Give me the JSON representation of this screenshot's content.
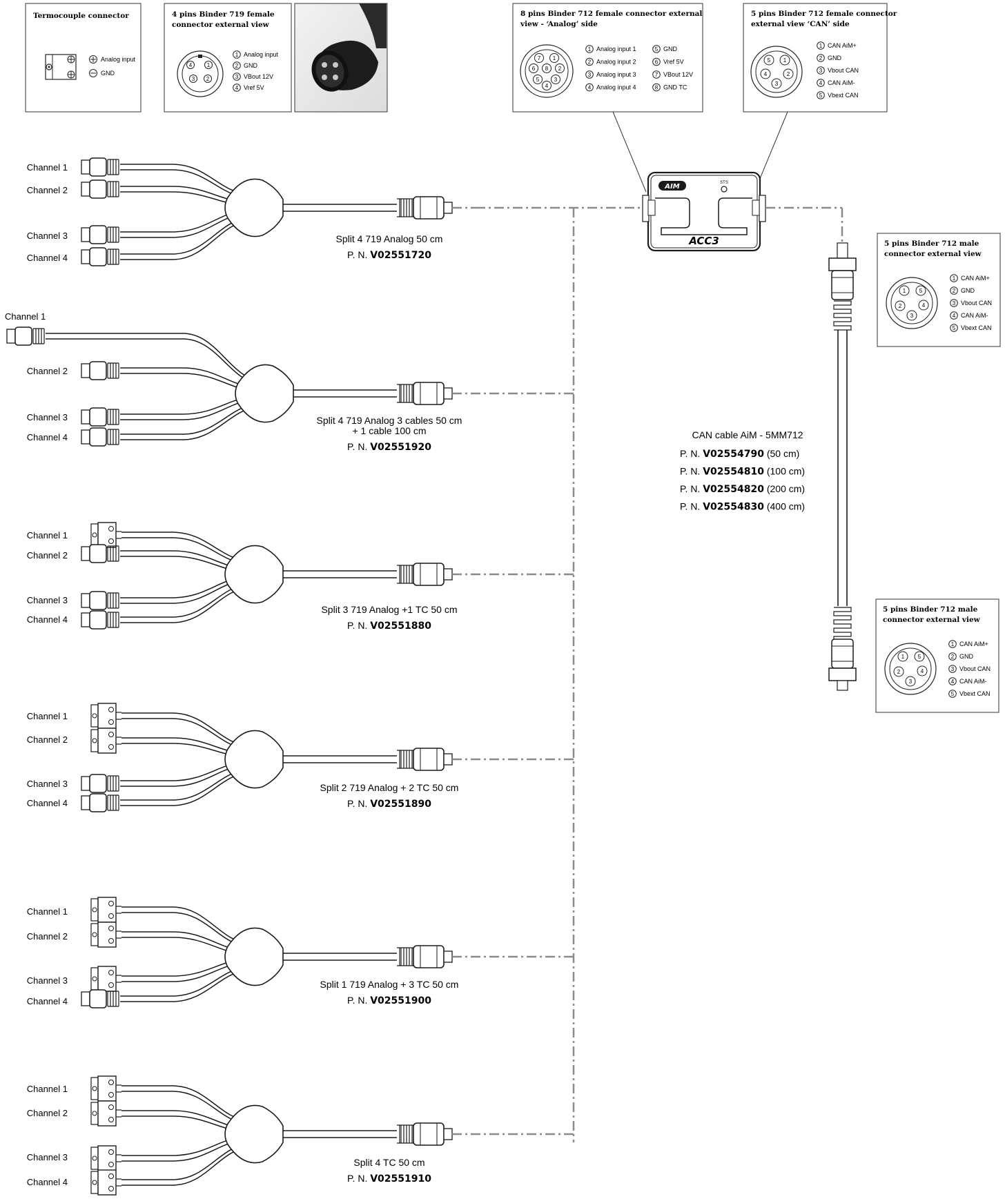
{
  "thermocouple_box": {
    "title": "Termocouple connector",
    "plus_label": "Analog input",
    "minus_label": "GND"
  },
  "binder719_box": {
    "title_line1": "4 pins Binder 719 female",
    "title_line2": "connector external view",
    "pins": [
      {
        "num": "1",
        "label": "Analog input"
      },
      {
        "num": "2",
        "label": "GND"
      },
      {
        "num": "3",
        "label": "VBout 12V"
      },
      {
        "num": "4",
        "label": "Vref 5V"
      }
    ]
  },
  "binder712_8_box": {
    "title_line1": "8 pins Binder 712 female connector external",
    "title_line2": "view - ‘Analog’ side",
    "pins": [
      {
        "num": "1",
        "label": "Analog input 1"
      },
      {
        "num": "2",
        "label": "Analog input 2"
      },
      {
        "num": "3",
        "label": "Analog input 3"
      },
      {
        "num": "4",
        "label": "Analog input 4"
      },
      {
        "num": "5",
        "label": "GND"
      },
      {
        "num": "6",
        "label": "Vref 5V"
      },
      {
        "num": "7",
        "label": "VBout 12V"
      },
      {
        "num": "8",
        "label": "GND TC"
      }
    ]
  },
  "binder712_5f_box": {
    "title_line1": "5 pins Binder 712 female connector",
    "title_line2": "external view ‘CAN’ side",
    "pins": [
      {
        "num": "1",
        "label": "CAN AiM+"
      },
      {
        "num": "2",
        "label": "GND"
      },
      {
        "num": "3",
        "label": "Vbout CAN"
      },
      {
        "num": "4",
        "label": "CAN AiM-"
      },
      {
        "num": "5",
        "label": "Vbext CAN"
      }
    ]
  },
  "binder712_5m_box": {
    "title_line1": "5 pins Binder 712 male",
    "title_line2": "connector external view",
    "pins": [
      {
        "num": "1",
        "label": "CAN AiM+"
      },
      {
        "num": "2",
        "label": "GND"
      },
      {
        "num": "3",
        "label": "Vbout CAN"
      },
      {
        "num": "4",
        "label": "CAN AiM-"
      },
      {
        "num": "5",
        "label": "Vbext CAN"
      }
    ]
  },
  "acc3": {
    "brand": "AIM",
    "led_label": "STS",
    "label": "ACC3"
  },
  "can_cable": {
    "title": "CAN cable AiM - 5MM712",
    "pn_prefix": "P. N.",
    "variants": [
      {
        "pn": "V02554790",
        "length": "(50 cm)"
      },
      {
        "pn": "V02554810",
        "length": "(100 cm)"
      },
      {
        "pn": "V02554820",
        "length": "(200 cm)"
      },
      {
        "pn": "V02554830",
        "length": "(400 cm)"
      }
    ]
  },
  "pn_prefix": "P. N.",
  "cables": [
    {
      "caption_lines": [
        "Split 4 719 Analog 50 cm"
      ],
      "pn": "V02551720",
      "channels": [
        "Channel 1",
        "Channel 2",
        "Channel 3",
        "Channel 4"
      ],
      "connector_types": [
        "binder",
        "binder",
        "binder",
        "binder"
      ]
    },
    {
      "caption_lines": [
        "Split 4 719 Analog 3 cables 50 cm",
        "+ 1 cable 100 cm"
      ],
      "pn": "V02551920",
      "channels": [
        "Channel 1",
        "Channel 2",
        "Channel 3",
        "Channel 4"
      ],
      "connector_types": [
        "binder",
        "binder",
        "binder",
        "binder"
      ]
    },
    {
      "caption_lines": [
        "Split 3 719 Analog +1 TC 50 cm"
      ],
      "pn": "V02551880",
      "channels": [
        "Channel 1",
        "Channel 2",
        "Channel 3",
        "Channel 4"
      ],
      "connector_types": [
        "tc",
        "binder",
        "binder",
        "binder"
      ]
    },
    {
      "caption_lines": [
        "Split 2 719 Analog + 2 TC 50 cm"
      ],
      "pn": "V02551890",
      "channels": [
        "Channel 1",
        "Channel 2",
        "Channel 3",
        "Channel 4"
      ],
      "connector_types": [
        "tc",
        "tc",
        "binder",
        "binder"
      ]
    },
    {
      "caption_lines": [
        "Split 1 719 Analog + 3 TC 50 cm"
      ],
      "pn": "V02551900",
      "channels": [
        "Channel 1",
        "Channel 2",
        "Channel 3",
        "Channel 4"
      ],
      "connector_types": [
        "tc",
        "tc",
        "tc",
        "binder"
      ]
    },
    {
      "caption_lines": [
        "Split 4 TC 50 cm"
      ],
      "pn": "V02551910",
      "channels": [
        "Channel 1",
        "Channel 2",
        "Channel 3",
        "Channel 4"
      ],
      "connector_types": [
        "tc",
        "tc",
        "tc",
        "tc"
      ]
    }
  ]
}
